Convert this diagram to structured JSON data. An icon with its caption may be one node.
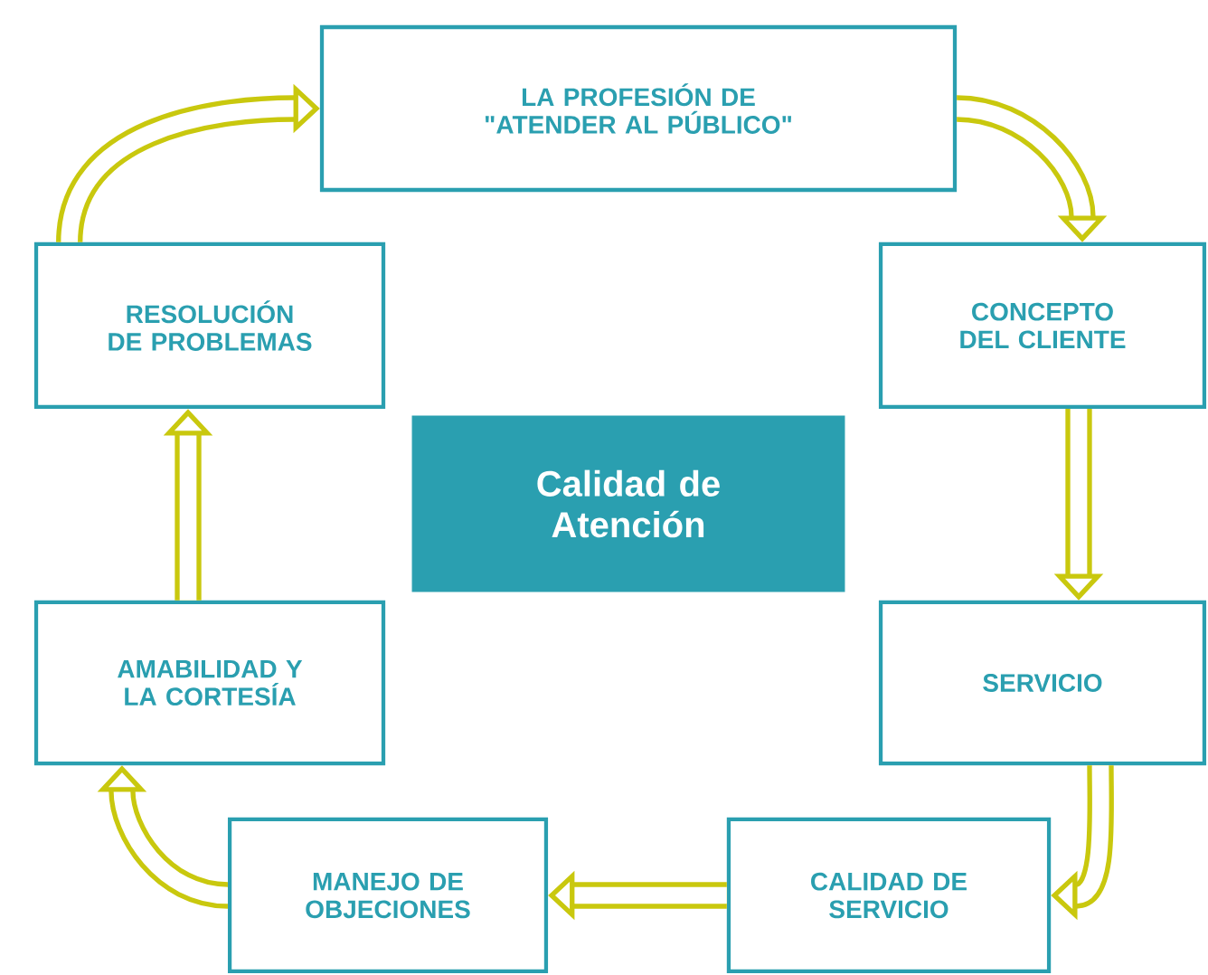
{
  "diagram": {
    "nodes": [
      {
        "text": [
          "LA PROFESIÓN DE \"ATENDER AL PÚBLICO\""
        ]
      },
      {
        "text": [
          "RESOLUCIÓN DE PROBLEMAS"
        ]
      },
      {
        "text": [
          "CONCEPTO DEL CLIENTE"
        ]
      },
      {
        "text": [
          "Calidad de Atención"
        ]
      },
      {
        "text": [
          "AMABILIDAD Y LA CORTESÍA"
        ]
      },
      {
        "text": [
          "SERVICIO"
        ]
      },
      {
        "text": [
          "MANEJO DE OBJECIONES"
        ]
      },
      {
        "text": [
          "CALIDAD DE SERVICIO"
        ]
      }
    ],
    "edges": [
      {
        "from": 1,
        "to": 0,
        "arrow": "to"
      },
      {
        "from": 0,
        "to": 2,
        "arrow": "to"
      },
      {
        "from": 2,
        "to": 5,
        "arrow": "to"
      },
      {
        "from": 5,
        "to": 7,
        "arrow": "to"
      },
      {
        "from": 7,
        "to": 6,
        "arrow": "to"
      },
      {
        "from": 6,
        "to": 4,
        "arrow": "to"
      },
      {
        "from": 4,
        "to": 1,
        "arrow": "to"
      }
    ]
  }
}
